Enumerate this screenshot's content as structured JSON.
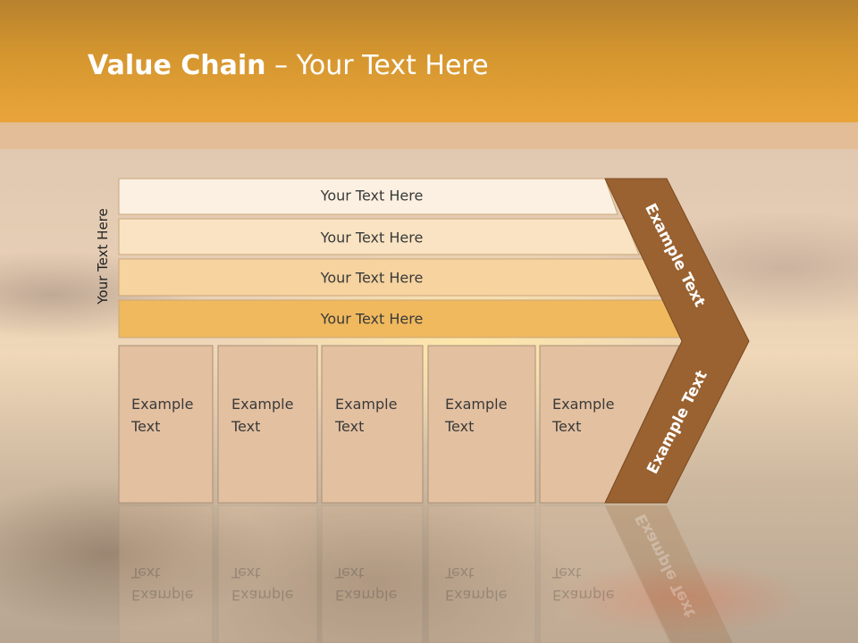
{
  "slide": {
    "title_bold": "Value Chain",
    "title_sep": " – ",
    "title_rest": "Your Text Here",
    "side_label": "Your Text Here"
  },
  "bands": [
    {
      "label": "Your Text Here",
      "color": "#fbf0e1"
    },
    {
      "label": "Your Text Here",
      "color": "#f9e3c2"
    },
    {
      "label": "Your Text Here",
      "color": "#f6d39f"
    },
    {
      "label": "Your Text Here",
      "color": "#f0b95e"
    }
  ],
  "boxes": [
    {
      "line1": "Example",
      "line2": "Text"
    },
    {
      "line1": "Example",
      "line2": "Text"
    },
    {
      "line1": "Example",
      "line2": "Text"
    },
    {
      "line1": "Example",
      "line2": "Text"
    },
    {
      "line1": "Example",
      "line2": "Text"
    }
  ],
  "chevron": {
    "upper_label": "Example Text",
    "lower_label": "Example Text",
    "color": "#9a6230"
  },
  "colors": {
    "header": "#e9a53a",
    "box_fill": "#e3c0a0",
    "box_stroke": "#a89078"
  }
}
